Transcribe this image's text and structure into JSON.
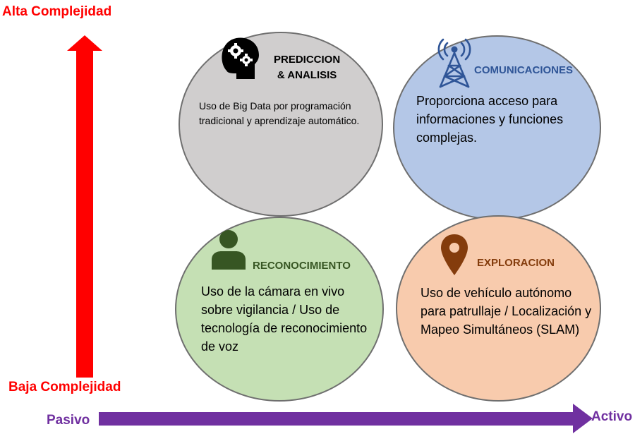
{
  "axes": {
    "high_label": "Alta Complejidad",
    "low_label": "Baja Complejidad",
    "passive_label": "Pasivo",
    "active_label": "Activo",
    "vertical_color": "#ff0000",
    "horizontal_color": "#7030a0"
  },
  "quadrants": {
    "prediccion": {
      "title_line1": "PREDICCION",
      "title_line2": "& ANALISIS",
      "description": "Uso de Big Data por programación tradicional y aprendizaje automático.",
      "icon": "head-gears-icon",
      "color": "#d0cece"
    },
    "comunicaciones": {
      "title": "COMUNICACIONES",
      "description": "Proporciona acceso para informaciones y funciones complejas.",
      "icon": "antenna-tower-icon",
      "color": "#b4c7e7",
      "title_color": "#2f5597"
    },
    "reconocimiento": {
      "title": "RECONOCIMIENTO",
      "description": "Uso de la cámara en vivo sobre vigilancia / Uso de tecnología de reconocimiento de voz",
      "icon": "person-icon",
      "color": "#c5e0b4",
      "title_color": "#375623"
    },
    "exploracion": {
      "title": "EXPLORACION",
      "description": "Uso de vehículo autónomo para patrullaje / Localización y Mapeo Simultáneos (SLAM)",
      "icon": "map-pin-icon",
      "color": "#f8cbad",
      "title_color": "#843c0c"
    }
  }
}
